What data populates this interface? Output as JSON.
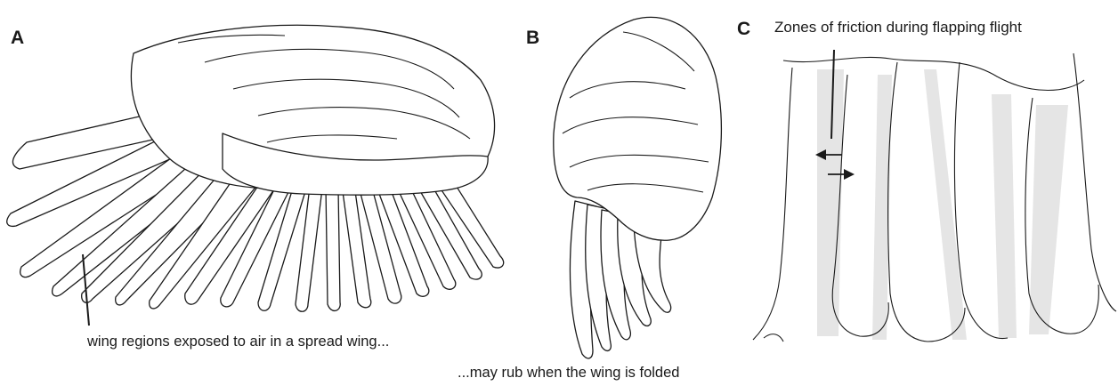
{
  "panels": {
    "a": {
      "letter": "A",
      "caption": "wing regions exposed to air in a spread wing..."
    },
    "b": {
      "letter": "B",
      "caption": "...may rub when the wing is folded"
    },
    "c": {
      "letter": "C",
      "title": "Zones of friction during flapping flight"
    }
  },
  "colors": {
    "line": "#1a1a1a",
    "friction_zone": "#e5e5e5",
    "background": "#ffffff"
  },
  "icons": {
    "friction_arrows": [
      "arrow-left-icon",
      "arrow-right-icon"
    ]
  }
}
